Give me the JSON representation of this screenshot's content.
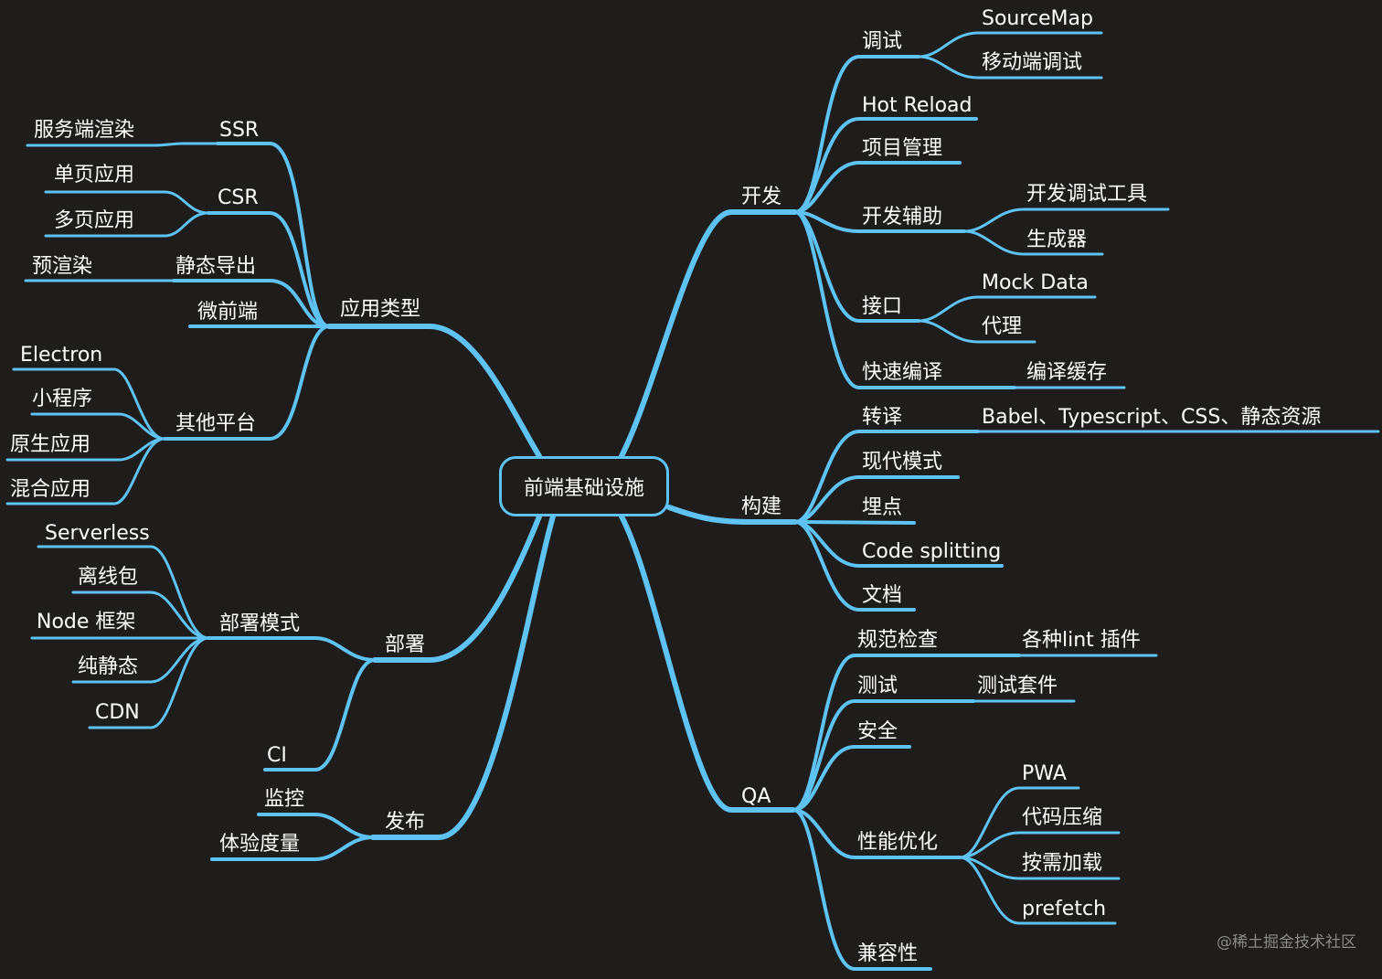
{
  "root": "前端基础设施",
  "branches": {
    "kaifa": {
      "label": "开发",
      "tiaoshi": "调试",
      "sourcemap": "SourceMap",
      "mobile_debug": "移动端调试",
      "hot_reload": "Hot Reload",
      "project_mgmt": "项目管理",
      "assist": "开发辅助",
      "devtools": "开发调试工具",
      "generator": "生成器",
      "api": "接口",
      "mock": "Mock Data",
      "proxy": "代理",
      "fast_compile": "快速编译",
      "compile_cache": "编译缓存"
    },
    "goujian": {
      "label": "构建",
      "transpile": "转译",
      "transpile_detail": "Babel、Typescript、CSS、静态资源",
      "modern": "现代模式",
      "tracking": "埋点",
      "code_split": "Code splitting",
      "docs": "文档"
    },
    "qa": {
      "label": "QA",
      "lint": "规范检查",
      "lint_detail": "各种lint 插件",
      "test": "测试",
      "test_detail": "测试套件",
      "security": "安全",
      "perf": "性能优化",
      "pwa": "PWA",
      "compress": "代码压缩",
      "on_demand": "按需加载",
      "prefetch": "prefetch",
      "compat": "兼容性"
    },
    "apptype": {
      "label": "应用类型",
      "ssr": "SSR",
      "ssr_detail": "服务端渲染",
      "csr": "CSR",
      "spa": "单页应用",
      "mpa": "多页应用",
      "static_export": "静态导出",
      "prerender": "预渲染",
      "micro_fe": "微前端",
      "other_platform": "其他平台",
      "electron": "Electron",
      "miniprogram": "小程序",
      "native": "原生应用",
      "hybrid": "混合应用"
    },
    "deploy": {
      "label": "部署",
      "mode": "部署模式",
      "serverless": "Serverless",
      "offline_pkg": "离线包",
      "node_fw": "Node 框架",
      "pure_static": "纯静态",
      "cdn": "CDN",
      "ci": "CI"
    },
    "release": {
      "label": "发布",
      "monitor": "监控",
      "experience": "体验度量"
    }
  },
  "watermark": "@稀土掘金技术社区",
  "colors": {
    "background": "#1e1d1b",
    "line": "#5ec2f2",
    "text": "#ffffff"
  }
}
